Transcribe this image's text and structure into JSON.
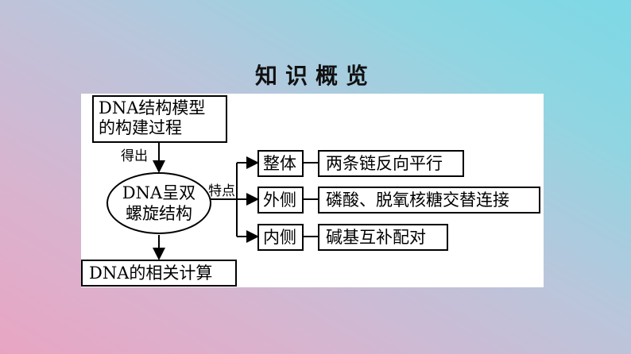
{
  "title": "知识概览",
  "diagram": {
    "top_box": {
      "line1": "DNA结构模型",
      "line2": "的构建过程"
    },
    "arrow_label_top": "得出",
    "center": {
      "line1": "DNA呈双",
      "line2": "螺旋结构"
    },
    "branch_label": "特点",
    "bottom_box": "DNA的相关计算",
    "features": [
      {
        "label": "整体",
        "value": "两条链反向平行"
      },
      {
        "label": "外侧",
        "value": "磷酸、脱氧核糖交替连接"
      },
      {
        "label": "内侧",
        "value": "碱基互补配对"
      }
    ]
  }
}
